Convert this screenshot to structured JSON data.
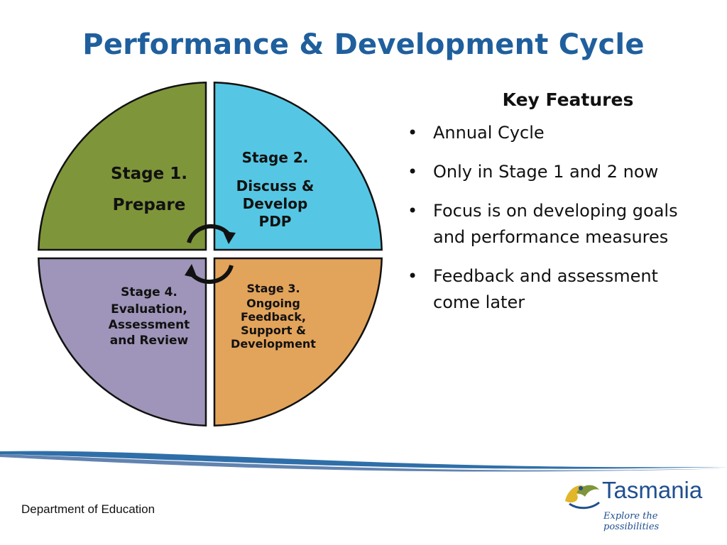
{
  "title": "Performance & Development Cycle",
  "diagram": {
    "stages": [
      {
        "title": "Stage 1.",
        "label": "Prepare",
        "color": "#7f953a"
      },
      {
        "title": "Stage 2.",
        "label": "Discuss &\nDevelop\nPDP",
        "color": "#55c7e4"
      },
      {
        "title": "Stage 3.",
        "label": "Ongoing\nFeedback,\nSupport &\nDevelopment",
        "color": "#e2a35a"
      },
      {
        "title": "Stage 4.",
        "label": "Evaluation,\nAssessment\nand Review",
        "color": "#9f94b9"
      }
    ],
    "icons": [
      "cycle-arrow-icon",
      "cycle-arrow-icon"
    ]
  },
  "key_features": {
    "heading": "Key Features",
    "items": [
      "Annual Cycle",
      "Only in Stage 1 and 2 now",
      "Focus is on developing goals and performance measures",
      "Feedback and assessment come later"
    ]
  },
  "footer": {
    "department": "Department of Education",
    "logo_name": "Tasmania",
    "logo_tagline": "Explore the possibilities",
    "accent_color": "#1f5f9d"
  }
}
